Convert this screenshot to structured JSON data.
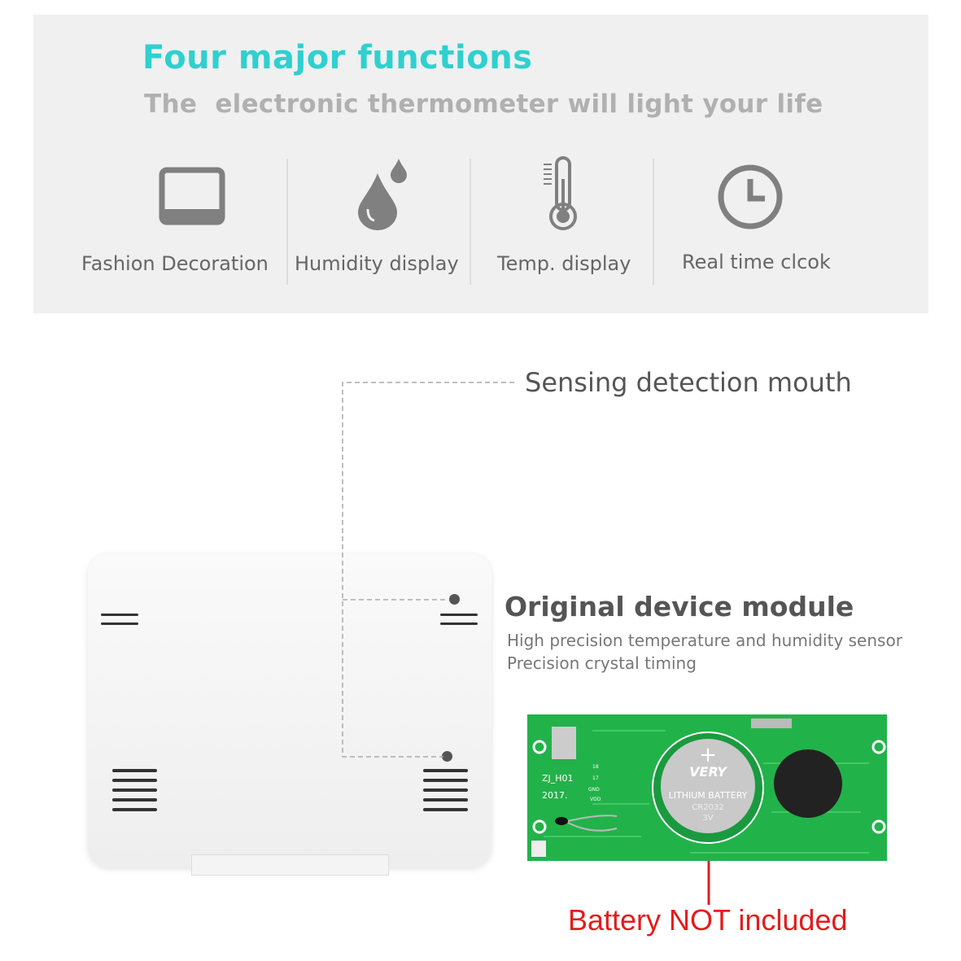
{
  "header": {
    "title": "Four major functions",
    "subtitle": "The  electronic thermometer will light your life"
  },
  "features": [
    {
      "label": "Fashion Decoration",
      "icon": "frame-icon"
    },
    {
      "label": "Humidity display",
      "icon": "water-drops-icon"
    },
    {
      "label": "Temp. display",
      "icon": "thermometer-icon"
    },
    {
      "label": "Real time clcok",
      "icon": "clock-icon"
    }
  ],
  "callouts": {
    "sensing": "Sensing detection mouth",
    "module_title": "Original device module",
    "module_line1": "High precision temperature and humidity sensor",
    "module_line2": "Precision crystal timing",
    "battery_note": "Battery NOT included"
  },
  "pcb": {
    "model": "ZJ_H01",
    "year": "2017.",
    "battery_brand": "VERY",
    "battery_text": "LITHIUM BATTERY",
    "battery_model": "CR2032",
    "battery_voltage": "3V",
    "pads": [
      "18",
      "17",
      "GND",
      "VDD"
    ]
  },
  "colors": {
    "title": "#2fd0cf",
    "note": "#e41c1c",
    "pcb": "#22b24a"
  }
}
